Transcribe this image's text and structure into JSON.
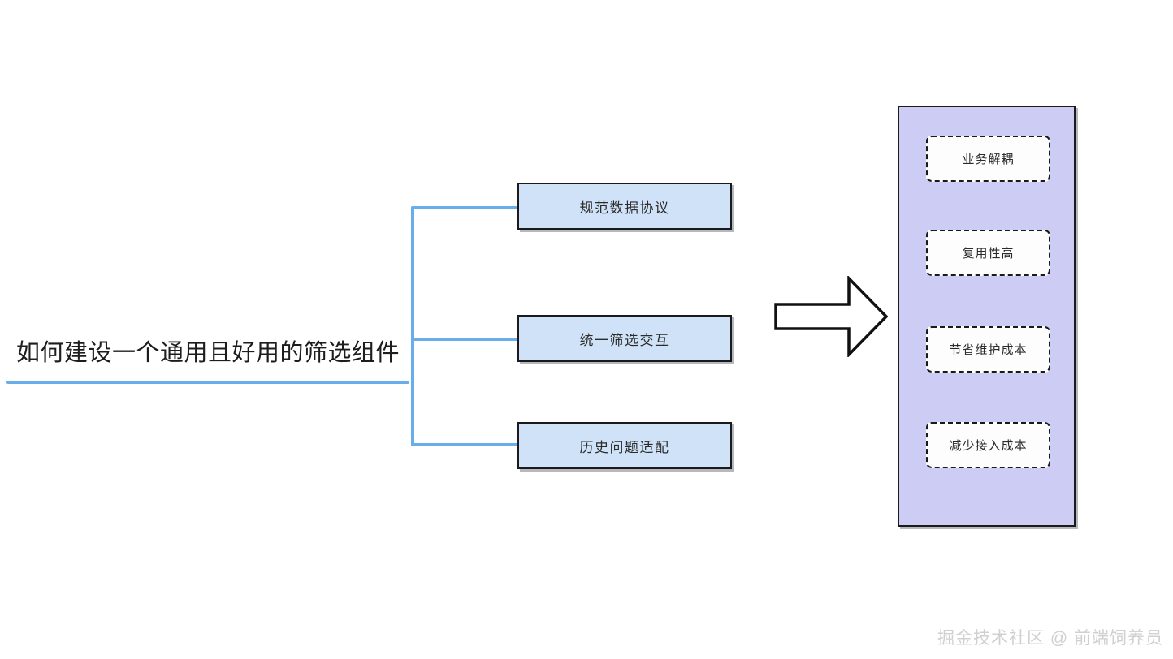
{
  "diagram": {
    "type": "mindmap-flow",
    "root": {
      "label": "如何建设一个通用且好用的筛选组件"
    },
    "branches": [
      {
        "label": "规范数据协议"
      },
      {
        "label": "统一筛选交互"
      },
      {
        "label": "历史问题适配"
      }
    ],
    "arrow": {
      "icon": "right-block-arrow-icon",
      "direction": "right"
    },
    "outcome_panel": {
      "items": [
        {
          "label": "业务解耦"
        },
        {
          "label": "复用性高"
        },
        {
          "label": "节省维护成本"
        },
        {
          "label": "减少接入成本"
        }
      ]
    },
    "watermark": {
      "text": "掘金技术社区 @ 前端饲养员"
    },
    "colors": {
      "connector_blue": "#67aeeb",
      "topic_fill": "#cfe2f7",
      "panel_fill": "#ccccf5",
      "outcome_fill": "#fdfdfd",
      "stroke": "#1a1a1a",
      "background": "#ffffff",
      "watermark": "#d0d0d0"
    }
  }
}
